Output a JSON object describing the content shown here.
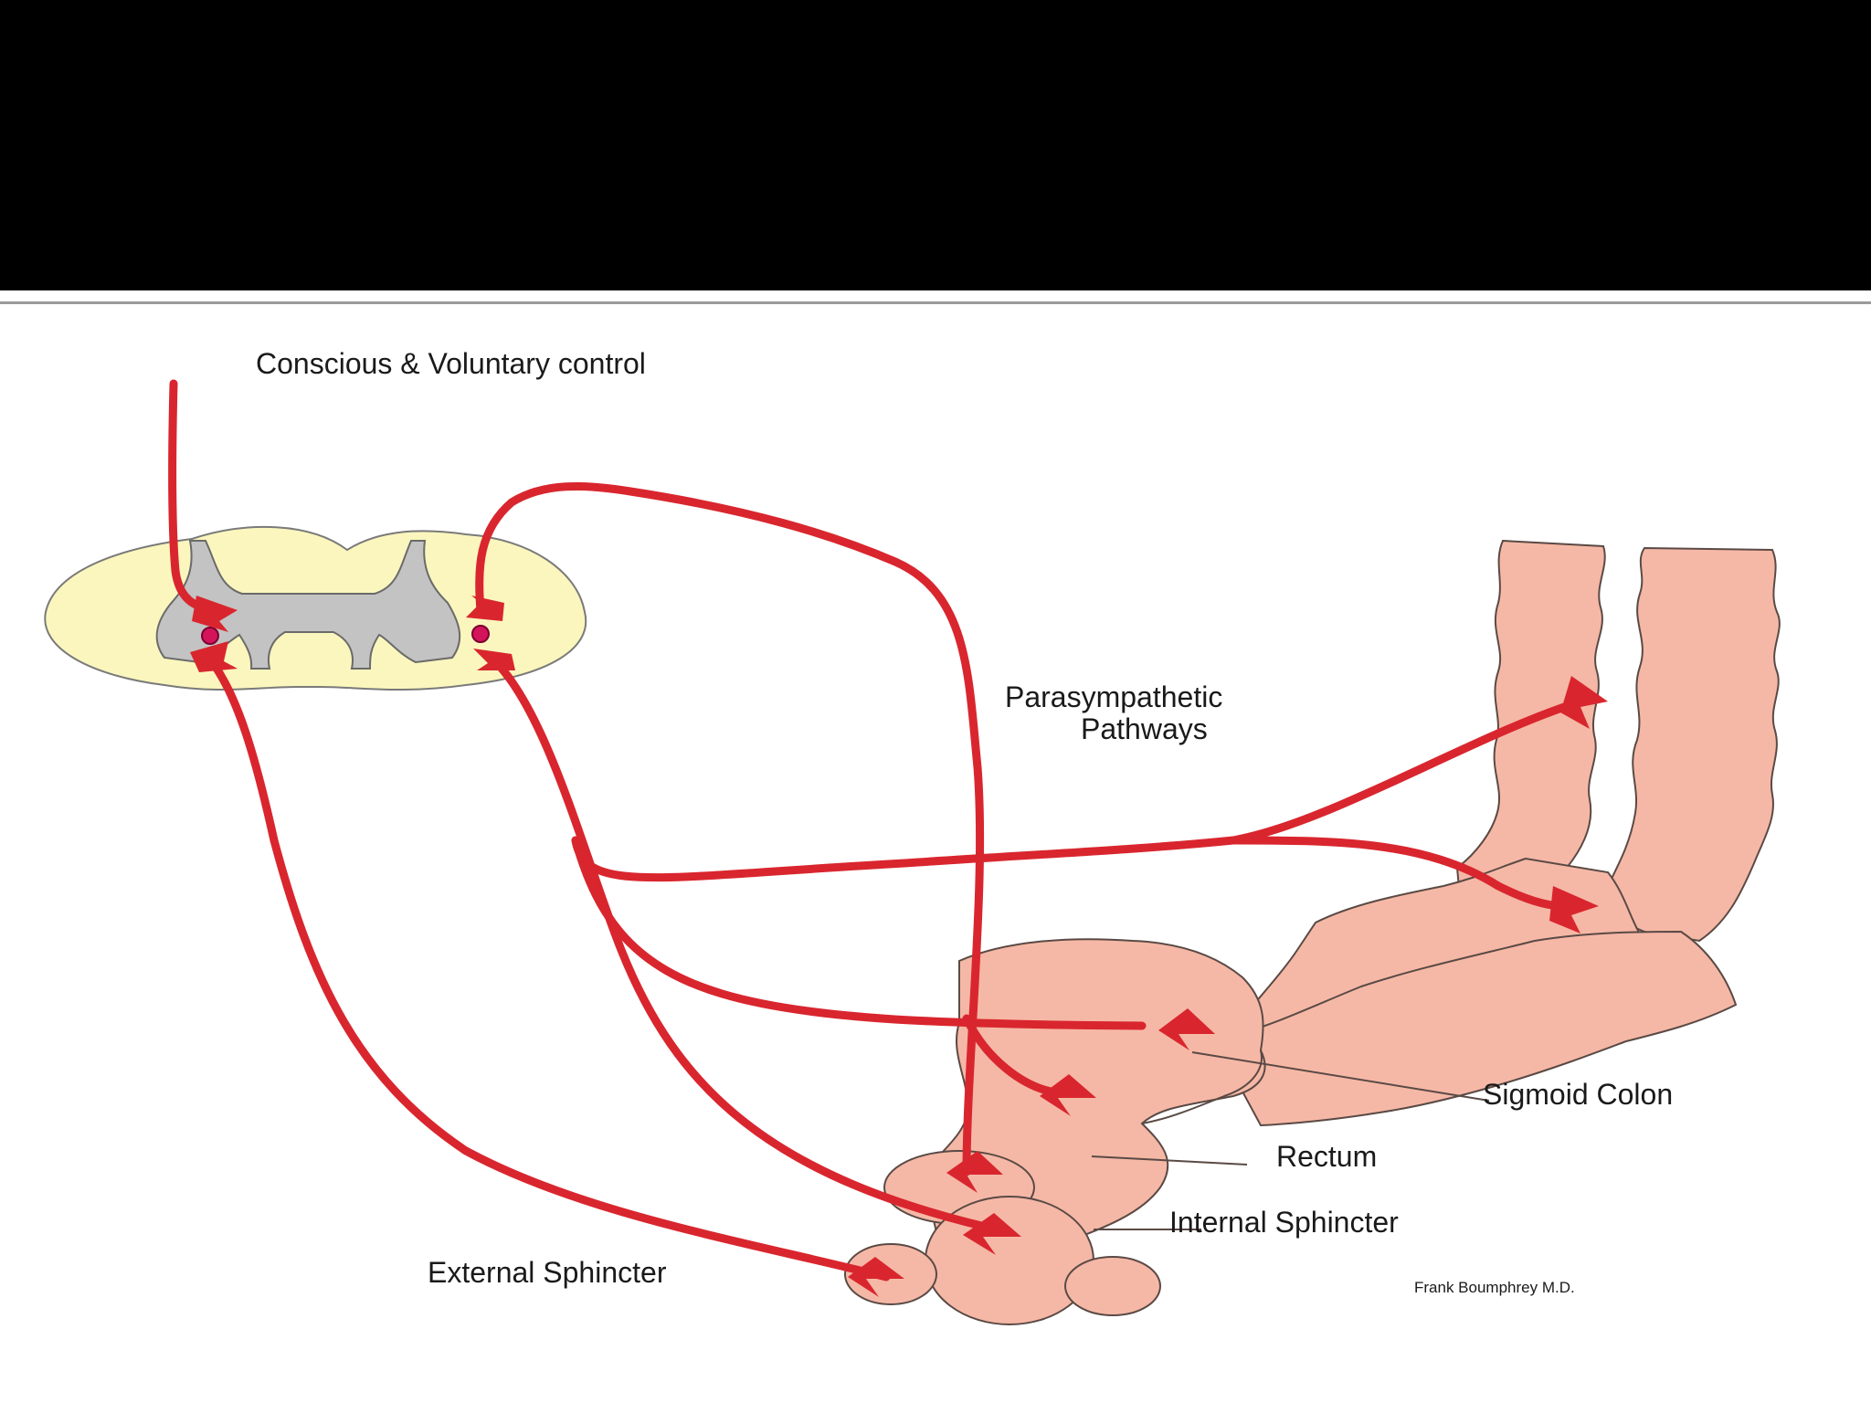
{
  "slide": {
    "title_bar_color": "#000000"
  },
  "diagram": {
    "labels": {
      "conscious_control": "Conscious & Voluntary control",
      "parasympathetic_line1": "Parasympathetic",
      "parasympathetic_line2": "Pathways",
      "sigmoid_colon": "Sigmoid Colon",
      "rectum": "Rectum",
      "internal_sphincter": "Internal Sphincter",
      "external_sphincter": "External Sphincter",
      "credit": "Frank Boumphrey M.D."
    },
    "colors": {
      "nerve": "#d9262e",
      "colon": "#f6b8a6",
      "colon_outline": "#5a4a45",
      "spinal_white_matter": "#fbf6bd",
      "spinal_gray_matter": "#c3c3c3",
      "neuron_body": "#d4145a"
    }
  }
}
